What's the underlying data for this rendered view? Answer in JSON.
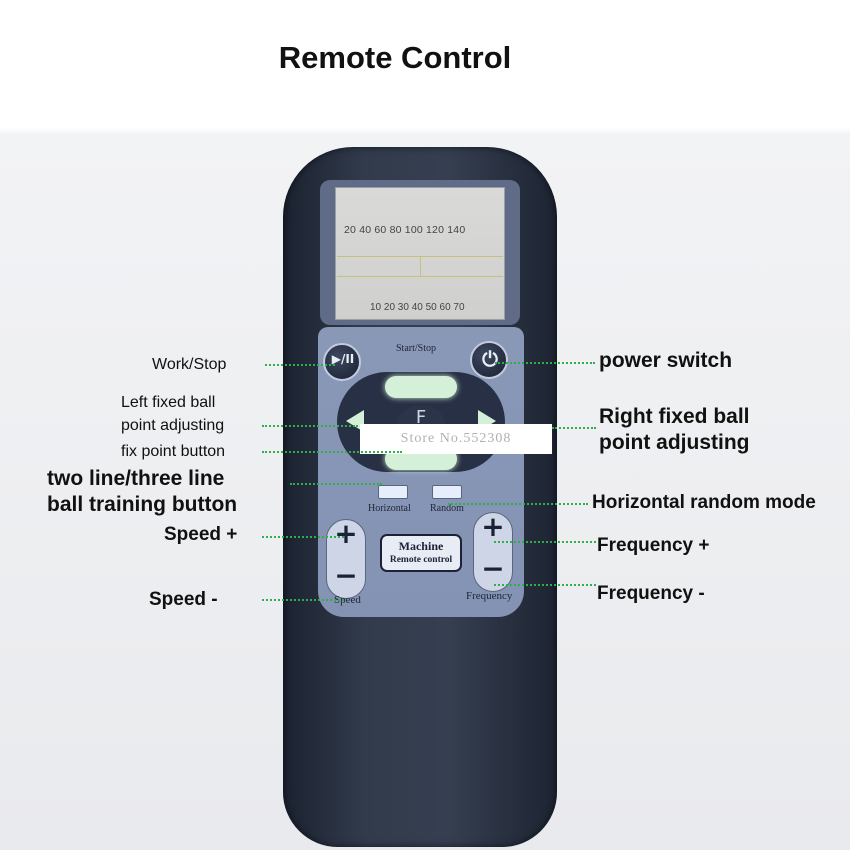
{
  "title": "Remote Control",
  "lcd": {
    "top_scale": "20  40  60  80  100 120 140",
    "bottom_scale": "10 20 30 40 50 60 70"
  },
  "remote": {
    "start_stop_label": "Start/Stop",
    "play_pause_symbol": "▶/II",
    "power_symbol": "⏻",
    "center_symbol": "F",
    "horizontal_label": "Horizontal",
    "random_label": "Random",
    "speed_label": "Speed",
    "frequency_label": "Frequency",
    "machine_line1": "Machine",
    "machine_line2": "Remote control",
    "plus_symbol": "+",
    "minus_symbol": "−"
  },
  "callouts": {
    "work_stop": "Work/Stop",
    "left_fixed_1": "Left fixed ball",
    "left_fixed_2": "point adjusting",
    "fix_point": "fix point button",
    "two_line_1": "two line/three line",
    "two_line_2": "ball training button",
    "speed_plus": "Speed +",
    "speed_minus": "Speed -",
    "power_switch": "power switch",
    "right_fixed_1": "Right fixed ball",
    "right_fixed_2": "point adjusting",
    "horizontal_random": "Horizontal random mode",
    "frequency_plus": "Frequency +",
    "frequency_minus": "Frequency -"
  },
  "watermark": "Store No.552308",
  "colors": {
    "leader_line": "#2fae4a",
    "remote_body": "#323b4c",
    "button_panel": "#8a98b8",
    "lcd": "#d6d7d5"
  }
}
